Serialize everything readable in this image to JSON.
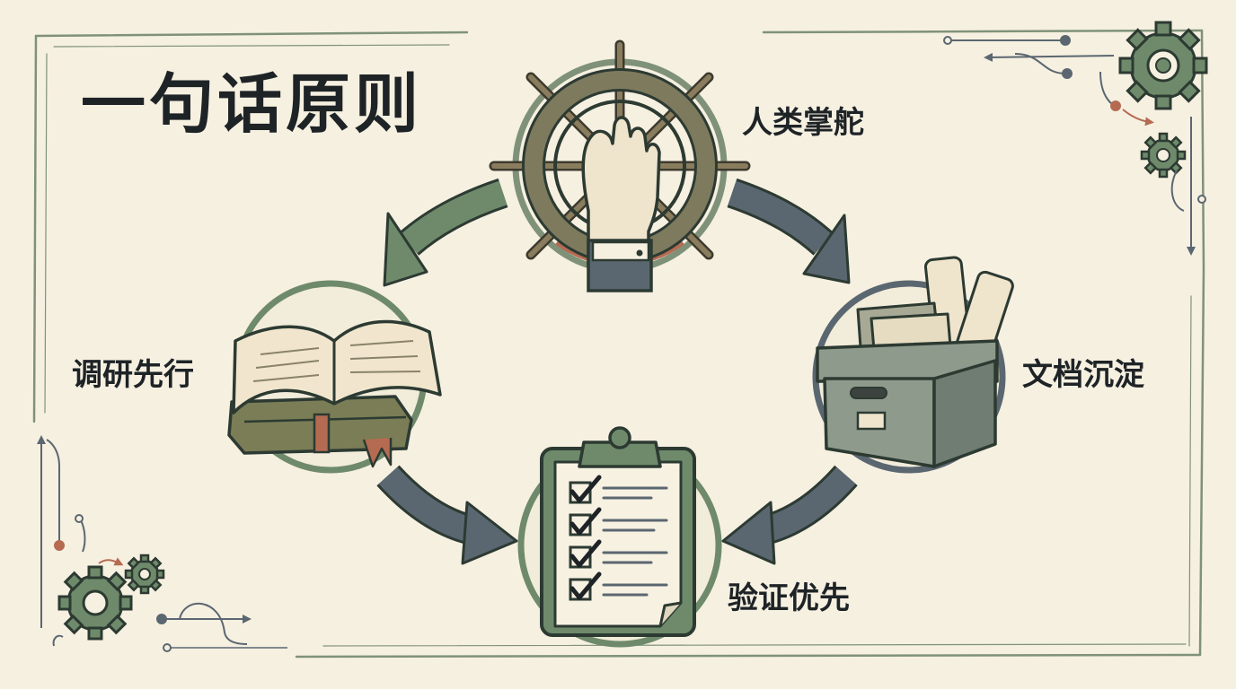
{
  "title": "一句话原则",
  "nodes": {
    "helm": {
      "label": "人类掌舵",
      "icon": "ship-wheel-hand-icon"
    },
    "research": {
      "label": "调研先行",
      "icon": "books-icon"
    },
    "docs": {
      "label": "文档沉淀",
      "icon": "file-box-icon"
    },
    "verify": {
      "label": "验证优先",
      "icon": "checklist-clipboard-icon"
    }
  },
  "colors": {
    "background": "#f6f0e1",
    "ink": "#1e2326",
    "green": "#6e8a6b",
    "slate": "#5b6770",
    "rust": "#b56b52"
  }
}
